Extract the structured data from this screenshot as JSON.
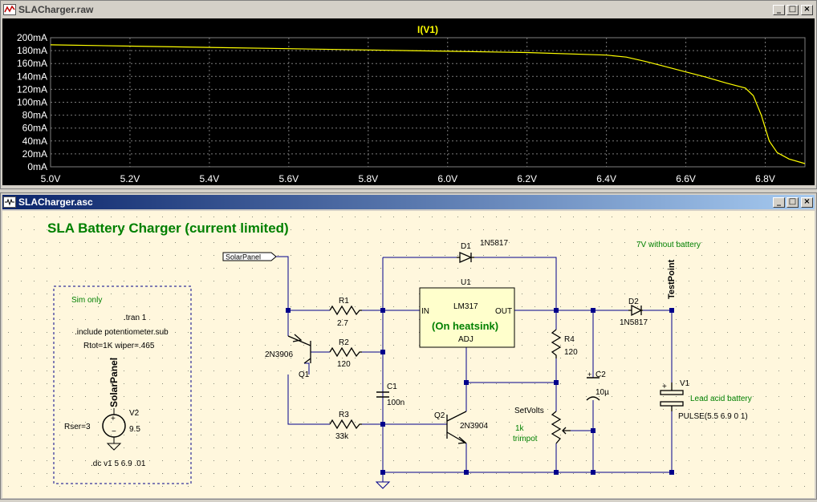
{
  "waveform_window": {
    "title": "SLACharger.raw",
    "trace_label": "I(V1)",
    "trace_color": "#ffff00",
    "background": "#000000",
    "chart_data": {
      "type": "line",
      "title": "I(V1)",
      "xlabel": "",
      "ylabel": "",
      "x_ticks": [
        "5.0V",
        "5.2V",
        "5.4V",
        "5.6V",
        "5.8V",
        "6.0V",
        "6.2V",
        "6.4V",
        "6.6V",
        "6.8V"
      ],
      "y_ticks": [
        "0mA",
        "20mA",
        "40mA",
        "60mA",
        "80mA",
        "100mA",
        "120mA",
        "140mA",
        "160mA",
        "180mA",
        "200mA"
      ],
      "xlim": [
        5.0,
        6.9
      ],
      "ylim": [
        0,
        200
      ],
      "grid": true,
      "series": [
        {
          "x": [
            5.0,
            5.2,
            5.4,
            5.6,
            5.8,
            6.0,
            6.2,
            6.4,
            6.45,
            6.5,
            6.55,
            6.6,
            6.65,
            6.7,
            6.75,
            6.77,
            6.79,
            6.81,
            6.83,
            6.86,
            6.9
          ],
          "y": [
            189,
            187,
            185,
            183,
            181,
            179,
            177,
            173,
            170,
            163,
            155,
            147,
            139,
            130,
            122,
            110,
            80,
            40,
            22,
            12,
            5
          ]
        }
      ]
    }
  },
  "schematic_window": {
    "title": "SLACharger.asc",
    "heading": "SLA Battery Charger (current limited)",
    "sim_box": {
      "label": "Sim only",
      "directives": [
        ".tran 1",
        ".include potentiometer.sub",
        "Rtot=1K wiper=.465"
      ],
      "source_net": "SolarPanel",
      "source_name": "V2",
      "source_value": "9.5",
      "source_rser": "Rser=3",
      "dc_directive": ".dc v1 5 6.9 .01"
    },
    "net_label": "SolarPanel",
    "components": {
      "d1": {
        "name": "D1",
        "value": "1N5817"
      },
      "u1": {
        "name": "U1",
        "part": "LM317",
        "pin_in": "IN",
        "pin_out": "OUT",
        "pin_adj": "ADJ",
        "note": "(On heatsink)"
      },
      "r1": {
        "name": "R1",
        "value": "2.7"
      },
      "r2": {
        "name": "R2",
        "value": "120"
      },
      "r3": {
        "name": "R3",
        "value": "33k"
      },
      "r4": {
        "name": "R4",
        "value": "120"
      },
      "q1": {
        "name": "Q1",
        "value": "2N3906"
      },
      "q2": {
        "name": "Q2",
        "value": "2N3904"
      },
      "c1": {
        "name": "C1",
        "value": "100n"
      },
      "c2": {
        "name": "C2",
        "value": "10µ"
      },
      "d2": {
        "name": "D2",
        "value": "1N5817"
      },
      "v1": {
        "name": "V1",
        "value": "PULSE(5.5 6.9 0 1)",
        "comment": "Lead acid battery"
      },
      "pot": {
        "label": "SetVolts",
        "comment1": "1k",
        "comment2": "trimpot"
      }
    },
    "testpoint_label": "TestPoint",
    "no_battery_note": "7V without battery"
  }
}
